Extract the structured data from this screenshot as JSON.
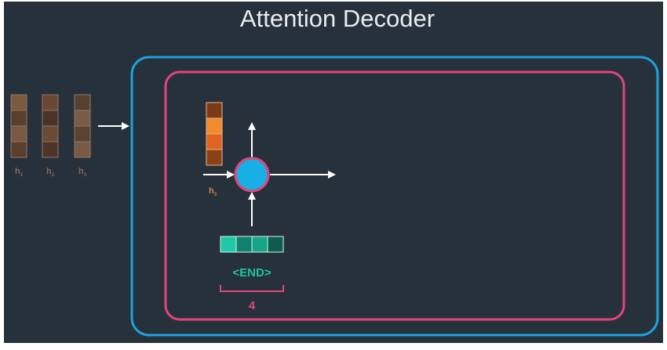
{
  "slide": {
    "title": "Attention Decoder"
  },
  "encoder_states": [
    {
      "label": "h",
      "sub": "1",
      "cells": [
        "#7b5a3f",
        "#5b3f2e",
        "#7a5942",
        "#5a3e2e"
      ]
    },
    {
      "label": "h",
      "sub": "2",
      "cells": [
        "#6c4630",
        "#4a3328",
        "#6b4a36",
        "#4d3427"
      ]
    },
    {
      "label": "h",
      "sub": "3",
      "cells": [
        "#56402f",
        "#7b5b45",
        "#5c4230",
        "#7a5a44"
      ]
    }
  ],
  "decoder_state": {
    "label": "h",
    "sub": "3",
    "cells": [
      "#7a3a17",
      "#f28a2e",
      "#e0641f",
      "#8a3f15"
    ]
  },
  "input_token": {
    "label": "<END>",
    "index": "4",
    "cells": [
      "#1fc9a8",
      "#11806f",
      "#17a58a",
      "#0f5b50"
    ]
  },
  "colors": {
    "background": "#27313c",
    "outer_frame": "#1ba3dc",
    "inner_frame": "#e2457a",
    "node_fill": "#18aee6",
    "node_stroke": "#e2457a",
    "arrow": "#ffffff",
    "encoder_label": "#8a6a52",
    "decoder_label": "#c9864a",
    "token_label": "#1ec4a6",
    "index_label": "#e2457a",
    "title": "#e8ecef"
  }
}
